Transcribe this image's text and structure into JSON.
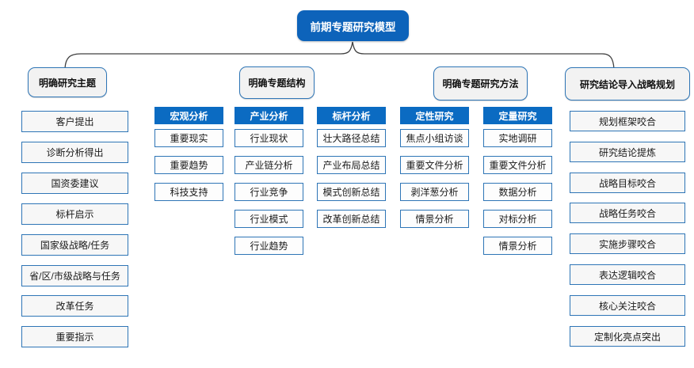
{
  "root": {
    "label": "前期专题研究模型"
  },
  "branches": [
    {
      "label": "明确研究主题"
    },
    {
      "label": "明确专题结构"
    },
    {
      "label": "明确专题研究方法"
    },
    {
      "label": "研究结论导入战略规划"
    }
  ],
  "left_column": {
    "items": [
      "客户提出",
      "诊断分析得出",
      "国资委建议",
      "标杆启示",
      "国家级战略/任务",
      "省/区/市级战略与任务",
      "改革任务",
      "重要指示"
    ]
  },
  "method_columns": [
    {
      "header": "宏观分析",
      "items": [
        "重要现实",
        "重要趋势",
        "科技支持"
      ]
    },
    {
      "header": "产业分析",
      "items": [
        "行业现状",
        "产业链分析",
        "行业竞争",
        "行业模式",
        "行业趋势"
      ]
    },
    {
      "header": "标杆分析",
      "items": [
        "壮大路径总结",
        "产业布局总结",
        "模式创新总结",
        "改革创新总结"
      ]
    },
    {
      "header": "定性研究",
      "items": [
        "焦点小组访谈",
        "重要文件分析",
        "剥洋葱分析",
        "情景分析"
      ]
    },
    {
      "header": "定量研究",
      "items": [
        "实地调研",
        "重要文件分析",
        "数据分析",
        "对标分析",
        "情景分析"
      ]
    }
  ],
  "right_column": {
    "items": [
      "规划框架咬合",
      "研究结论提炼",
      "战略目标咬合",
      "战略任务咬合",
      "实施步骤咬合",
      "表达逻辑咬合",
      "核心关注咬合",
      "定制化亮点突出"
    ]
  },
  "colors": {
    "root_blue": "#0d63ba",
    "header_blue": "#0b6bc2",
    "border_blue": "#2e75b6",
    "branch_gray": "#f2f2f2",
    "connector_line": "#404040"
  }
}
